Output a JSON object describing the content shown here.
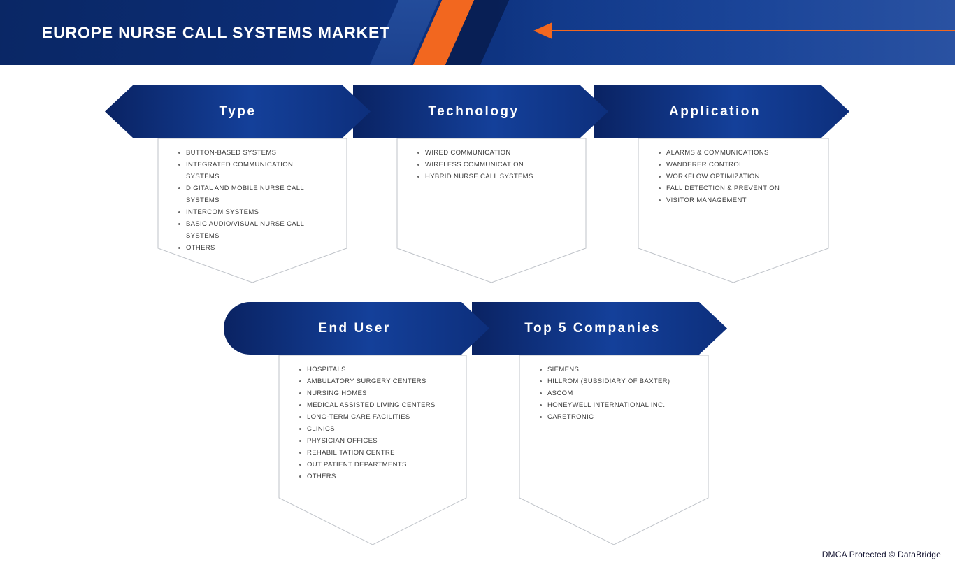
{
  "header": {
    "title": "EUROPE NURSE CALL SYSTEMS MARKET",
    "accent_color": "#f2671f",
    "navy_color": "#0b2a6b"
  },
  "sections": [
    {
      "id": "type",
      "label": "Type",
      "items": [
        "BUTTON-BASED SYSTEMS",
        "INTEGRATED COMMUNICATION SYSTEMS",
        "DIGITAL AND MOBILE NURSE CALL SYSTEMS",
        "INTERCOM SYSTEMS",
        "BASIC AUDIO/VISUAL NURSE CALL SYSTEMS",
        "OTHERS"
      ]
    },
    {
      "id": "technology",
      "label": "Technology",
      "items": [
        "WIRED COMMUNICATION",
        "WIRELESS COMMUNICATION",
        "HYBRID NURSE CALL SYSTEMS"
      ]
    },
    {
      "id": "application",
      "label": "Application",
      "items": [
        "ALARMS & COMMUNICATIONS",
        "WANDERER CONTROL",
        "WORKFLOW OPTIMIZATION",
        "FALL DETECTION & PREVENTION",
        "VISITOR MANAGEMENT"
      ]
    },
    {
      "id": "end_user",
      "label": "End User",
      "items": [
        "HOSPITALS",
        "AMBULATORY SURGERY CENTERS",
        "NURSING HOMES",
        "MEDICAL ASSISTED LIVING CENTERS",
        "LONG-TERM CARE FACILITIES",
        "CLINICS",
        "PHYSICIAN OFFICES",
        "REHABILITATION CENTRE",
        "OUT PATIENT DEPARTMENTS",
        "OTHERS"
      ]
    },
    {
      "id": "top_5_companies",
      "label": "Top 5 Companies",
      "items": [
        "SIEMENS",
        "HILLROM (SUBSIDIARY OF BAXTER)",
        "ASCOM",
        "HONEYWELL INTERNATIONAL INC.",
        "CARETRONIC"
      ]
    }
  ],
  "footer": {
    "dmca": "DMCA Protected © DataBridge"
  }
}
